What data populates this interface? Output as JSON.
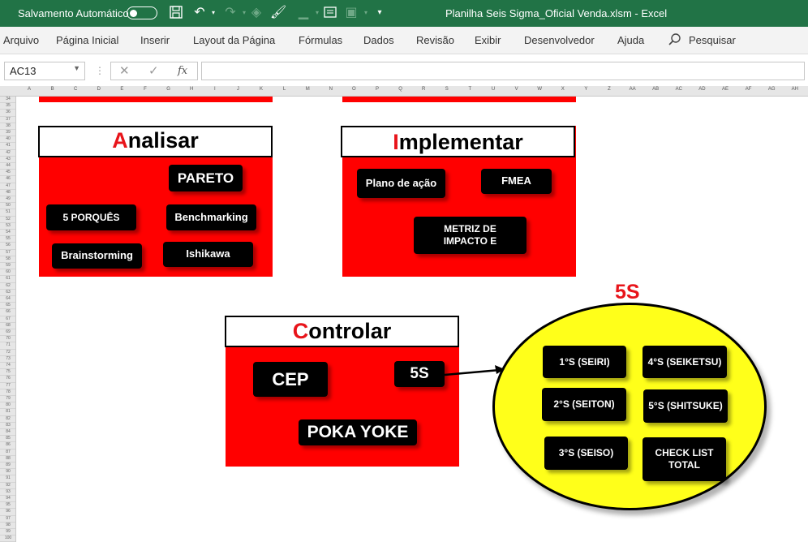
{
  "titlebar": {
    "autosave_label": "Salvamento Automático",
    "document_title": "Planilha Seis Sigma_Oficial Venda.xlsm  -  Excel"
  },
  "ribbon": {
    "tabs": [
      "Arquivo",
      "Página Inicial",
      "Inserir",
      "Layout da Página",
      "Fórmulas",
      "Dados",
      "Revisão",
      "Exibir",
      "Desenvolvedor",
      "Ajuda"
    ],
    "search_label": "Pesquisar"
  },
  "formula_bar": {
    "name_box": "AC13",
    "fx": "fx",
    "cancel": "✕",
    "enter": "✓",
    "value": ""
  },
  "columns": [
    "A",
    "B",
    "C",
    "D",
    "E",
    "F",
    "G",
    "H",
    "I",
    "J",
    "K",
    "L",
    "M",
    "N",
    "O",
    "P",
    "Q",
    "R",
    "S",
    "T",
    "U",
    "V",
    "W",
    "X",
    "Y",
    "Z",
    "AA",
    "AB",
    "AC",
    "AD",
    "AE",
    "AF",
    "AG",
    "AH"
  ],
  "rows": [
    "34",
    "35",
    "36",
    "37",
    "38",
    "39",
    "40",
    "41",
    "42",
    "43",
    "44",
    "45",
    "46",
    "47",
    "48",
    "49",
    "50",
    "51",
    "52",
    "53",
    "54",
    "55",
    "56",
    "57",
    "58",
    "59",
    "60",
    "61",
    "62",
    "63",
    "64",
    "65",
    "66",
    "67",
    "68",
    "69",
    "70",
    "71",
    "72",
    "73",
    "74",
    "75",
    "76",
    "77",
    "78",
    "79",
    "80",
    "81",
    "82",
    "83",
    "84",
    "85",
    "86",
    "87",
    "88",
    "89",
    "90",
    "91",
    "92",
    "93",
    "94",
    "95",
    "96",
    "97",
    "98",
    "99",
    "100"
  ],
  "analisar": {
    "title_first": "A",
    "title_rest": "nalisar",
    "buttons": [
      "PARETO",
      "5 PORQUÊS",
      "Benchmarking",
      "Brainstorming",
      "Ishikawa"
    ]
  },
  "implementar": {
    "title_first": "I",
    "title_rest": "mplementar",
    "buttons": [
      "Plano de ação",
      "FMEA",
      "METRIZ DE IMPACTO E"
    ]
  },
  "controlar": {
    "title_first": "C",
    "title_rest": "ontrolar",
    "buttons": [
      "CEP",
      "5S",
      "POKA YOKE"
    ]
  },
  "five_s": {
    "title": "5S",
    "buttons": [
      "1°S (SEIRI)",
      "4°S (SEIKETSU)",
      "2°S (SEITON)",
      "5°S (SHITSUKE)",
      "3°S (SEISO)",
      "CHECK LIST TOTAL"
    ]
  },
  "colors": {
    "excel_green": "#217346",
    "panel_red": "#ff0000",
    "accent_red": "#e8141a",
    "ellipse_yellow": "#ffff1a"
  }
}
